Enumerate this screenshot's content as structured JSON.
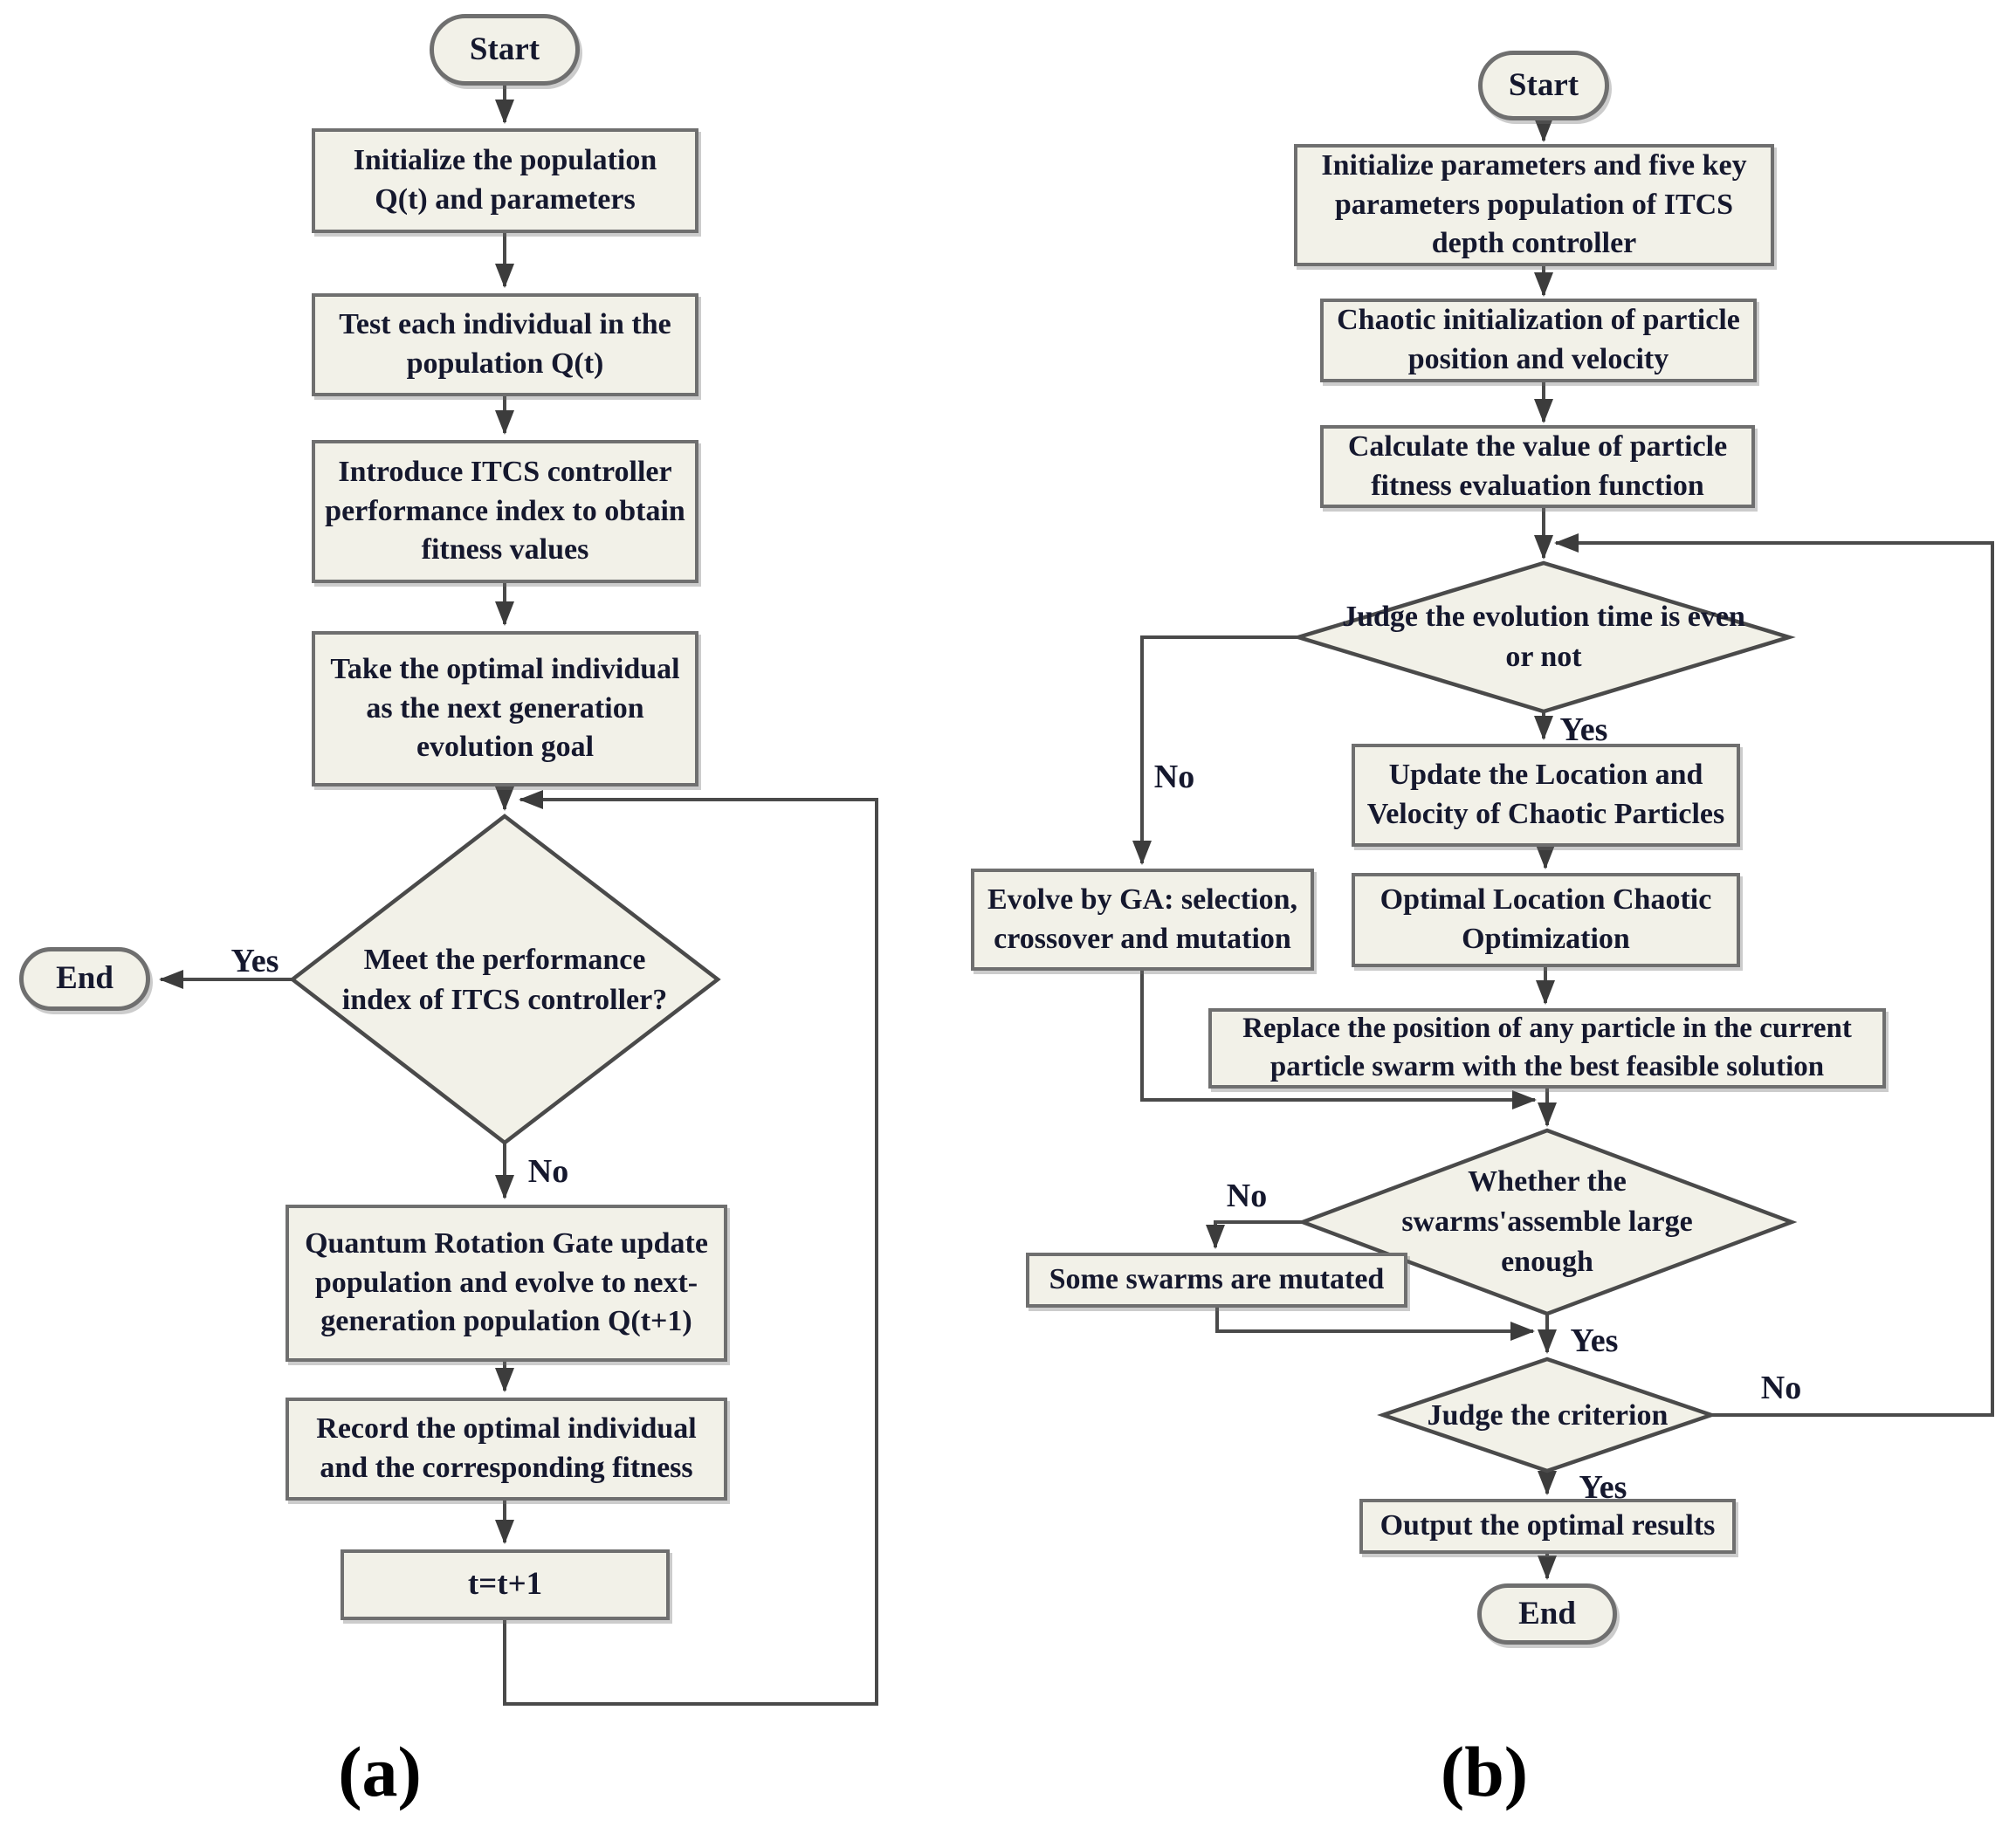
{
  "figure": {
    "colors": {
      "node_fill": "#f2f1e8",
      "node_border": "#6f6f6f",
      "line": "#4a4a4a",
      "text": "#15182e"
    },
    "panel_a": {
      "caption": "(a)",
      "nodes": {
        "start": "Start",
        "init": "Initialize the population\nQ(t) and parameters",
        "test": "Test each individual in the\npopulation Q(t)",
        "introduce": "Introduce ITCS controller\nperformance index to obtain\nfitness values",
        "take": "Take the optimal individual\nas the next generation\nevolution goal",
        "decision": "Meet the performance\nindex of ITCS controller?",
        "quantum": "Quantum Rotation Gate update\npopulation and evolve to next-\ngeneration population Q(t+1)",
        "record": "Record the optimal individual\nand the corresponding fitness",
        "increment": "t=t+1",
        "end": "End"
      },
      "branches": {
        "yes": "Yes",
        "no": "No"
      }
    },
    "panel_b": {
      "caption": "(b)",
      "nodes": {
        "start": "Start",
        "init": "Initialize parameters and five key\nparameters population of ITCS\ndepth controller",
        "chaotic": "Chaotic initialization of particle\nposition and velocity",
        "calculate": "Calculate the value of particle\nfitness evaluation function",
        "judge_even": "Judge the evolution time is even\nor not",
        "evolve_ga": "Evolve by GA: selection,\ncrossover and mutation",
        "update": "Update the Location and\nVelocity of Chaotic Particles",
        "optimal": "Optimal Location Chaotic\nOptimization",
        "replace": "Replace the position of any particle in the current\nparticle swarm with the best feasible solution",
        "whether": "Whether the\nswarms'assemble large\nenough",
        "mutated": "Some swarms are mutated",
        "criterion": "Judge the criterion",
        "output": "Output the optimal results",
        "end": "End"
      },
      "branches": {
        "judge_even_yes": "Yes",
        "judge_even_no": "No",
        "whether_yes": "Yes",
        "whether_no": "No",
        "criterion_yes": "Yes",
        "criterion_no": "No"
      }
    }
  }
}
